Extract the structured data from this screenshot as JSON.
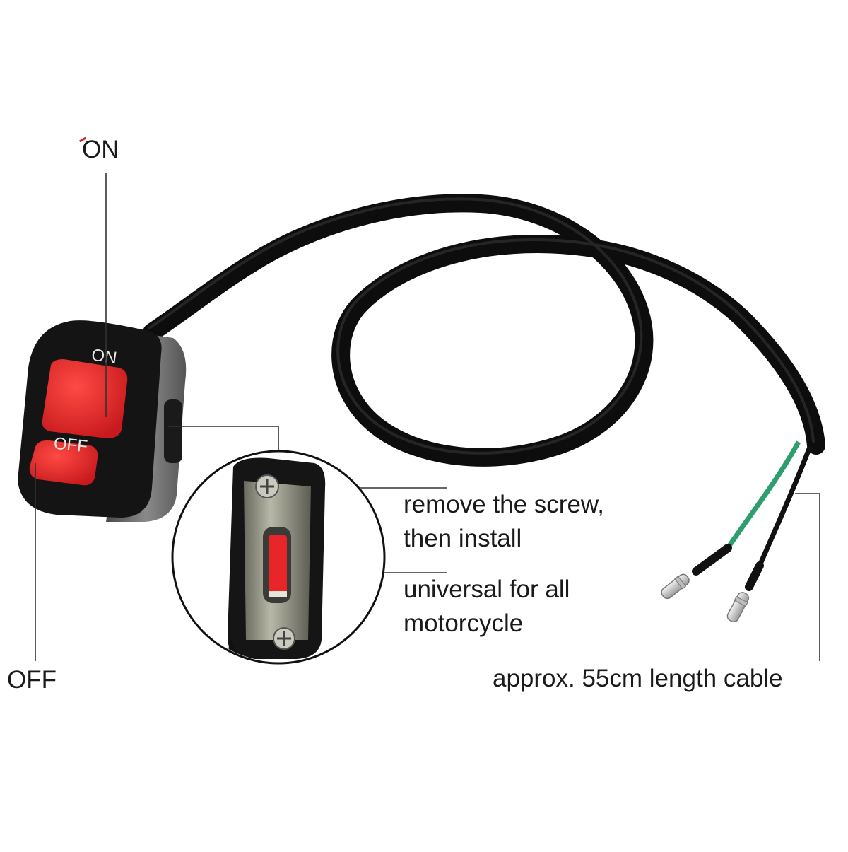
{
  "product": {
    "callouts": {
      "on_label": "ON",
      "off_label": "OFF"
    },
    "switch_face": {
      "on_text": "ON",
      "off_text": "OFF"
    },
    "notes": {
      "screw_line1": "remove the screw,",
      "screw_line2": "then install",
      "universal_line1": "universal for all",
      "universal_line2": "motorcycle",
      "cable": "approx. 55cm length cable"
    },
    "colors": {
      "button_red": "#e8262a",
      "housing_black": "#141414",
      "bracket_grey": "#6e6e6e",
      "wire_green": "#2e9e6e",
      "wire_black": "#111111",
      "terminal_silver": "#d8d8d8"
    }
  }
}
